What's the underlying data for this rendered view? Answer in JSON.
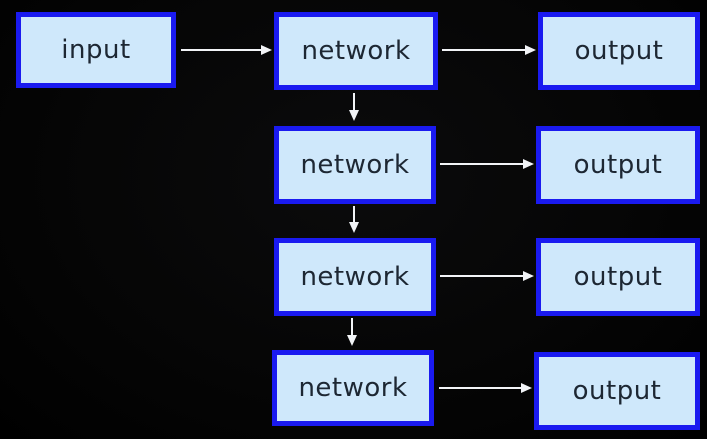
{
  "diagram": {
    "input_label": "input",
    "network_labels": [
      "network",
      "network",
      "network",
      "network"
    ],
    "output_labels": [
      "output",
      "output",
      "output",
      "output"
    ]
  },
  "colors": {
    "background": "#000000",
    "box_fill": "#cfe8fb",
    "box_border": "#1a1af0",
    "box_text": "#1d2733",
    "arrow": "#f2f4f7"
  }
}
